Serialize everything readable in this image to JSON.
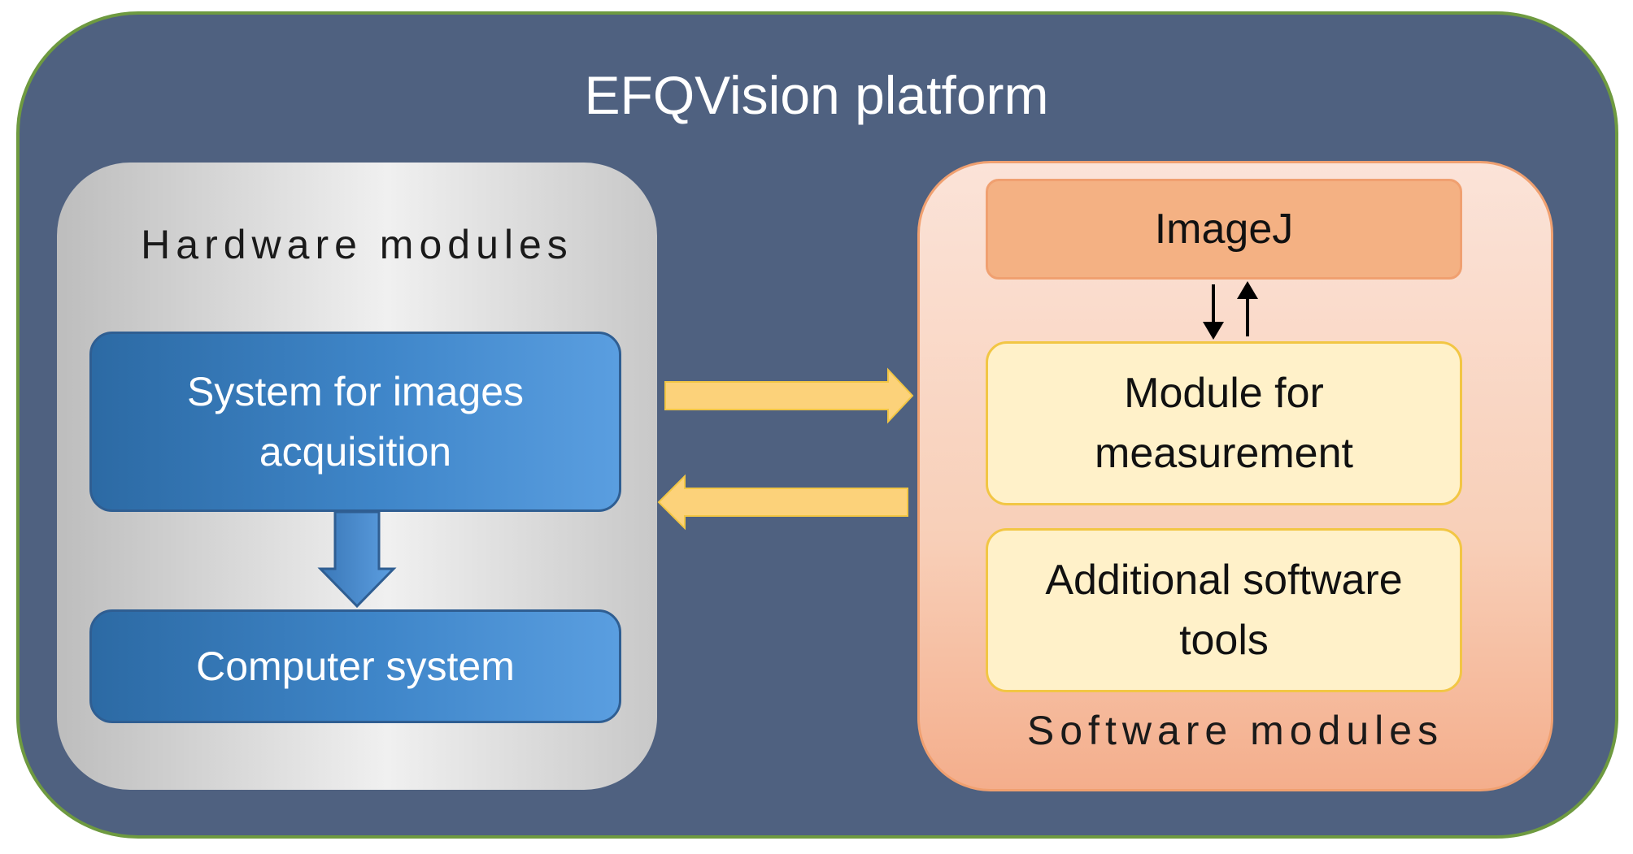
{
  "platform": {
    "title": "EFQVision platform"
  },
  "hardware": {
    "title": "Hardware modules",
    "acquisition_line1": "System for images",
    "acquisition_line2": "acquisition",
    "computer": "Computer system"
  },
  "software": {
    "title": "Software modules",
    "imagej": "ImageJ",
    "measurement_line1": "Module for",
    "measurement_line2": "measurement",
    "tools_line1": "Additional software",
    "tools_line2": "tools"
  },
  "colors": {
    "platform_bg": "#4f6180",
    "platform_border": "#6e9a40",
    "blue_box": "#3f86c9",
    "connector_arrow": "#fcd27a",
    "imagej_box": "#f4b183",
    "yellow_box": "#fff1c9"
  }
}
